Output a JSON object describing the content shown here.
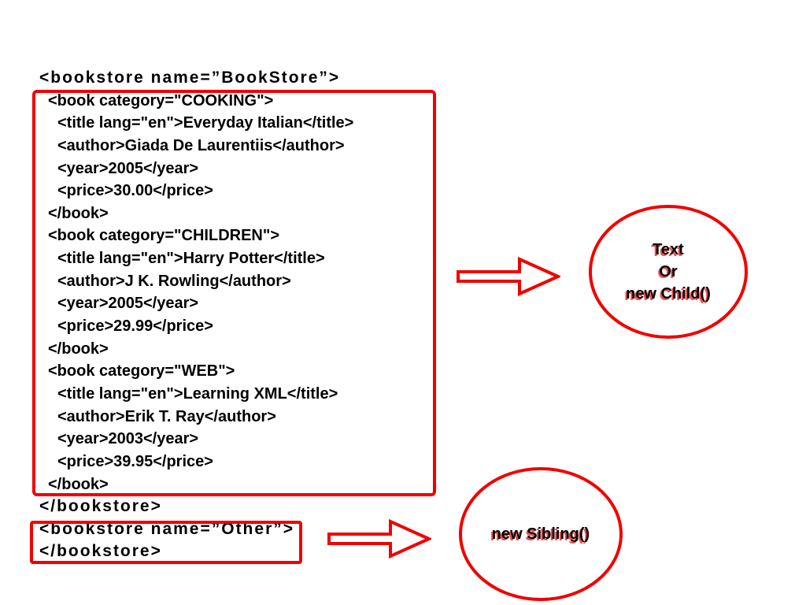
{
  "colors": {
    "accent_red": "#f20000",
    "code_text": "#000000",
    "background": "#ffffff"
  },
  "code": {
    "lines": [
      {
        "text": "<bookstore name=”BookStore”>",
        "indent": 0,
        "outer": true
      },
      {
        "text": "<book category=\"COOKING\">",
        "indent": 1,
        "outer": false
      },
      {
        "text": "<title lang=\"en\">Everyday Italian</title>",
        "indent": 2,
        "outer": false
      },
      {
        "text": "<author>Giada De Laurentiis</author>",
        "indent": 2,
        "outer": false
      },
      {
        "text": "<year>2005</year>",
        "indent": 2,
        "outer": false
      },
      {
        "text": "<price>30.00</price>",
        "indent": 2,
        "outer": false
      },
      {
        "text": "</book>",
        "indent": 1,
        "outer": false
      },
      {
        "text": "<book category=\"CHILDREN\">",
        "indent": 1,
        "outer": false
      },
      {
        "text": "<title lang=\"en\">Harry Potter</title>",
        "indent": 2,
        "outer": false
      },
      {
        "text": "<author>J K. Rowling</author>",
        "indent": 2,
        "outer": false
      },
      {
        "text": "<year>2005</year>",
        "indent": 2,
        "outer": false
      },
      {
        "text": "<price>29.99</price>",
        "indent": 2,
        "outer": false
      },
      {
        "text": "</book>",
        "indent": 1,
        "outer": false
      },
      {
        "text": "<book category=\"WEB\">",
        "indent": 1,
        "outer": false
      },
      {
        "text": "<title lang=\"en\">Learning XML</title>",
        "indent": 2,
        "outer": false
      },
      {
        "text": "<author>Erik T. Ray</author>",
        "indent": 2,
        "outer": false
      },
      {
        "text": "<year>2003</year>",
        "indent": 2,
        "outer": false
      },
      {
        "text": "<price>39.95</price>",
        "indent": 2,
        "outer": false
      },
      {
        "text": "</book>",
        "indent": 1,
        "outer": false
      },
      {
        "text": "</bookstore>",
        "indent": 0,
        "outer": true
      },
      {
        "text": "<bookstore name=”Other”>",
        "indent": 0,
        "outer": true
      },
      {
        "text": "</bookstore>",
        "indent": 0,
        "outer": true
      }
    ]
  },
  "circles": {
    "child": {
      "lines": [
        "Text",
        "Or",
        "new Child()"
      ]
    },
    "sibling": {
      "lines": [
        "new Sibling()"
      ]
    }
  }
}
